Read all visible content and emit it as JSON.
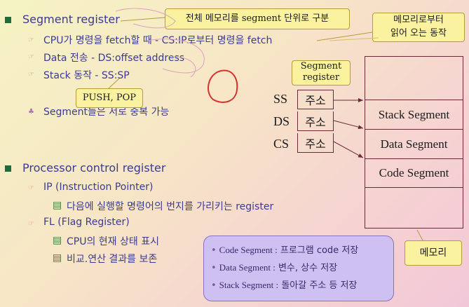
{
  "segment_section": {
    "title": "Segment register",
    "items": [
      "CPU가 명령을 fetch할 때 - CS:IP로부터 명령을 fetch",
      "Data 전송 - DS:offset address",
      "Stack 동작 - SS:SP"
    ],
    "note": "Segment들은 서로 중복 가능"
  },
  "callouts": {
    "whole_memory": "전체 메모리를 segment 단위로 구분",
    "read_from_memory": [
      "메모리로부터",
      "읽어 오는 동작"
    ],
    "push_pop": "PUSH, POP",
    "segment_register": [
      "Segment",
      "register"
    ],
    "memory": "메모리"
  },
  "registers": [
    {
      "name": "SS",
      "value": "주소"
    },
    {
      "name": "DS",
      "value": "주소"
    },
    {
      "name": "CS",
      "value": "주소"
    }
  ],
  "memory_segments": [
    "Stack Segment",
    "Data Segment",
    "Code Segment"
  ],
  "processor_section": {
    "title": "Processor control register",
    "ip": {
      "label": "IP (Instruction Pointer)",
      "desc": "다음에 실행할 명령어의 번지를 가리키는 register"
    },
    "fl": {
      "label": "FL (Flag Register)",
      "desc": [
        "CPU의 현재 상태 표시",
        "비교.연산 결과를 보존"
      ]
    }
  },
  "legend": [
    {
      "seg": "Code Segment :",
      "desc": "프로그램 code 저장"
    },
    {
      "seg": "Data Segment  :",
      "desc": "변수, 상수 저장"
    },
    {
      "seg": "Stack Segment :",
      "desc": "돌아갈 주소 등 저장"
    }
  ]
}
